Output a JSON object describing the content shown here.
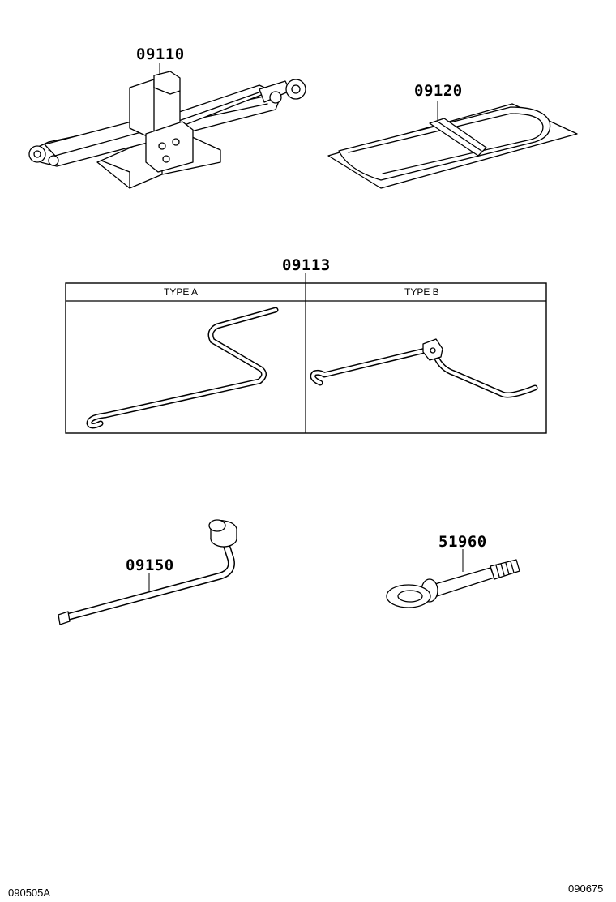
{
  "parts": {
    "jack": {
      "number": "09110",
      "icon": "scissor-jack-icon"
    },
    "tool_bag": {
      "number": "09120",
      "icon": "tool-bag-icon"
    },
    "jack_handle": {
      "number": "09113",
      "icon": "jack-handle-icon"
    },
    "wrench": {
      "number": "09150",
      "icon": "lug-wrench-icon"
    },
    "towing_eye": {
      "number": "51960",
      "icon": "towing-eye-icon"
    }
  },
  "table": {
    "type_a_label": "TYPE A",
    "type_b_label": "TYPE B"
  },
  "footer": {
    "left_code": "090505A",
    "right_code": "090675"
  }
}
